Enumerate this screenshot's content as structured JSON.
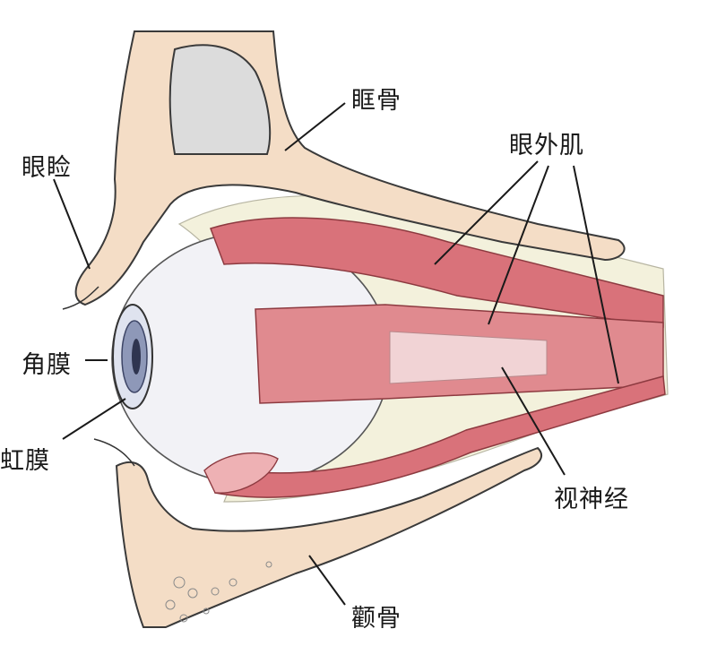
{
  "diagram": {
    "labels": {
      "eyelid": "眼睑",
      "orbital_bone": "眶骨",
      "extraocular_muscles": "眼外肌",
      "cornea": "角膜",
      "iris": "虹膜",
      "optic_nerve": "视神经",
      "zygomatic_bone": "颧骨"
    },
    "colors": {
      "bone": "#f4ddc6",
      "bone_outline": "#3a3a3a",
      "muscle": "#d9727a",
      "muscle_light": "#eeb1b4",
      "fat": "#f3f1dc",
      "eyeball": "#f2f2f6",
      "iris": "#8e98b8"
    }
  }
}
